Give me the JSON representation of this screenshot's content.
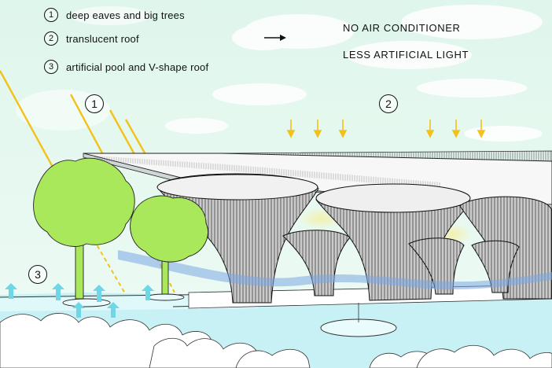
{
  "legend": [
    {
      "num": "1",
      "text": "deep eaves and big trees"
    },
    {
      "num": "2",
      "text": "translucent roof"
    },
    {
      "num": "3",
      "text": "artificial pool and V-shape roof"
    }
  ],
  "notes": {
    "line1": "NO AIR CONDITIONER",
    "line2": "LESS ARTIFICIAL LIGHT"
  },
  "markers": {
    "m1": "1",
    "m2": "2",
    "m3": "3"
  },
  "colors": {
    "sky": "#e6f8ee",
    "sunlight": "#f2c21b",
    "tree": "#a8e85a",
    "water": "#c7f1f5",
    "airflow": "#7aa8e6",
    "translucent": "#f3f0a8"
  }
}
